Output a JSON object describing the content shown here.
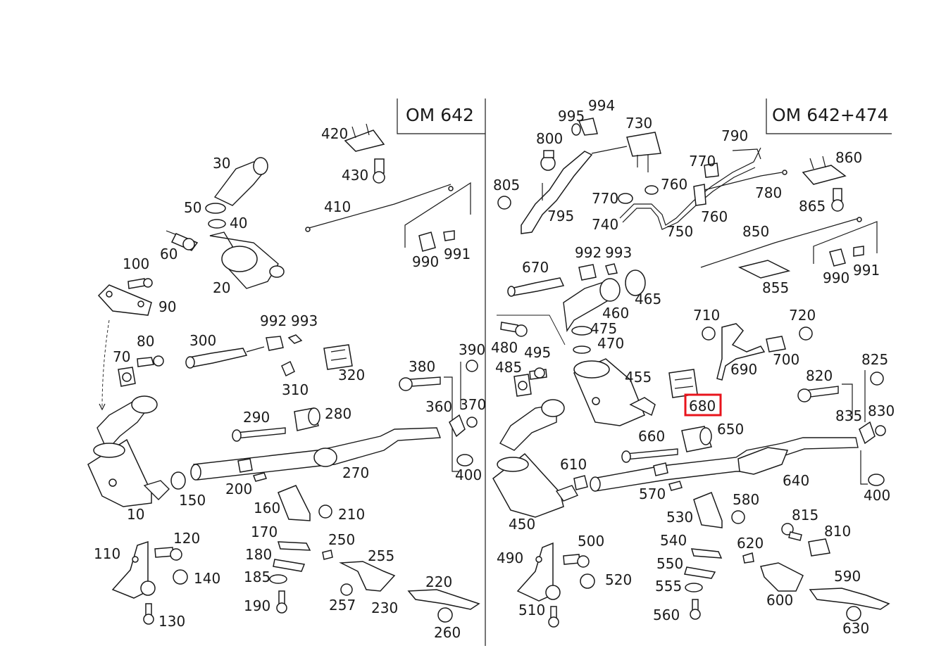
{
  "panels": {
    "left": {
      "title": "OM 642"
    },
    "right": {
      "title": "OM 642+474"
    }
  },
  "highlight": {
    "color": "#e8141c",
    "label": "680"
  },
  "labels": {
    "l10": "10",
    "l20": "20",
    "l30": "30",
    "l40": "40",
    "l50": "50",
    "l60": "60",
    "l70": "70",
    "l80": "80",
    "l90": "90",
    "l100": "100",
    "l110": "110",
    "l120": "120",
    "l130": "130",
    "l140": "140",
    "l150": "150",
    "l160": "160",
    "l170": "170",
    "l180": "180",
    "l185": "185",
    "l190": "190",
    "l200": "200",
    "l210": "210",
    "l220": "220",
    "l230": "230",
    "l250": "250",
    "l255": "255",
    "l257": "257",
    "l260": "260",
    "l270": "270",
    "l280": "280",
    "l290": "290",
    "l300": "300",
    "l310": "310",
    "l320": "320",
    "l360": "360",
    "l370": "370",
    "l380": "380",
    "l390": "390",
    "l400a": "400",
    "l410": "410",
    "l420": "420",
    "l430": "430",
    "l990a": "990",
    "l991a": "991",
    "l992a": "992",
    "l993a": "993",
    "r450": "450",
    "r455": "455",
    "r460": "460",
    "r465": "465",
    "r470": "470",
    "r475": "475",
    "r480": "480",
    "r485": "485",
    "r490": "490",
    "r495": "495",
    "r500": "500",
    "r510": "510",
    "r520": "520",
    "r530": "530",
    "r540": "540",
    "r550": "550",
    "r555": "555",
    "r560": "560",
    "r570": "570",
    "r580": "580",
    "r590": "590",
    "r600": "600",
    "r610": "610",
    "r620": "620",
    "r630": "630",
    "r640": "640",
    "r650": "650",
    "r660": "660",
    "r670": "670",
    "r690": "690",
    "r700": "700",
    "r710": "710",
    "r720": "720",
    "r730": "730",
    "r740": "740",
    "r750": "750",
    "r760a": "760",
    "r760b": "760",
    "r770a": "770",
    "r770b": "770",
    "r780": "780",
    "r790": "790",
    "r795": "795",
    "r800": "800",
    "r805": "805",
    "r810": "810",
    "r815": "815",
    "r820": "820",
    "r825": "825",
    "r830": "830",
    "r835": "835",
    "r850": "850",
    "r855": "855",
    "r860": "860",
    "r865": "865",
    "r400b": "400",
    "r990b": "990",
    "r991b": "991",
    "r992b": "992",
    "r993b": "993",
    "r994": "994",
    "r995": "995"
  }
}
